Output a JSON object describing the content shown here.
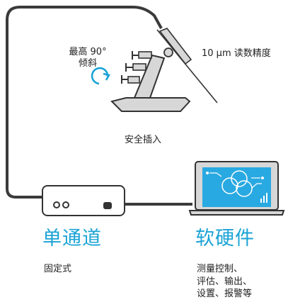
{
  "labels": {
    "tilt_line1": "最高 90°",
    "tilt_line2": "倾斜",
    "readout": "10 µm 读数精度",
    "safe_insert": "安全插入"
  },
  "left_section": {
    "title": "单通道",
    "desc": "固定式"
  },
  "right_section": {
    "title": "软硬件",
    "desc_lines": [
      "测量控制、",
      "评估、输出、",
      "设置、报警等"
    ]
  },
  "colors": {
    "accent": "#1ba3d6",
    "cable": "#3a3a3a",
    "device": "#d7d7d7",
    "screen": "#29a9e1"
  },
  "icons": [
    "rotate-arrow-icon",
    "probe-icon",
    "stand-icon",
    "controller-icon",
    "laptop-icon",
    "bar-chart-icon"
  ]
}
